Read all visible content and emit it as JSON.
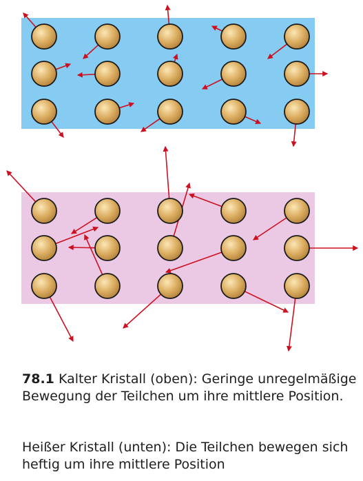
{
  "figure": {
    "number": "78.1",
    "caption_cold": "Kalter Kristall (oben): Geringe unregelmä­ßige Bewegung der Teilchen um ihre mittlere Position.",
    "caption_hot": "Heißer Kristall (unten): Die Teilchen bewegen sich heftig um ihre mittlere Position"
  },
  "colors": {
    "cold_background": "#86ccf2",
    "hot_background": "#ebc9e4",
    "particle_fill": "#d9ad62",
    "particle_stroke": "#1a1a1a",
    "arrow": "#cc1020"
  }
}
